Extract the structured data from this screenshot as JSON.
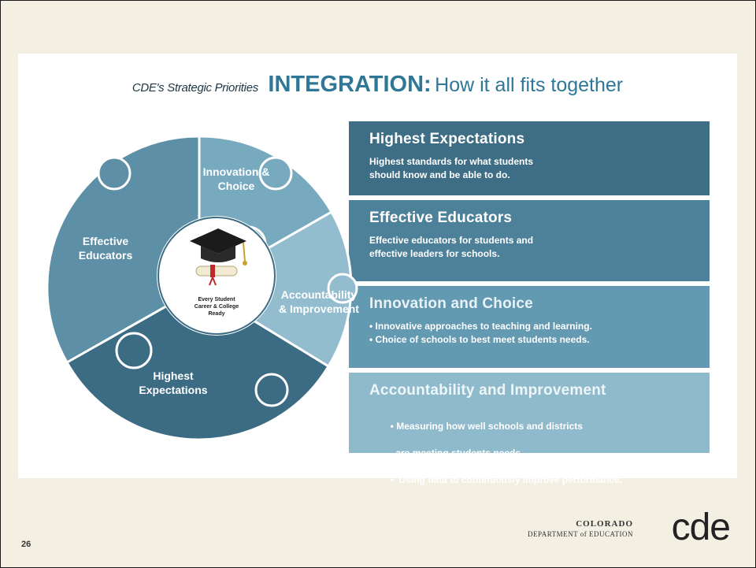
{
  "slide": {
    "title_small": "CDE's Strategic Priorities",
    "title_big": "INTEGRATION:",
    "title_rest": "How it all fits together",
    "page_number": "26"
  },
  "bands": [
    {
      "heading": "Highest Expectations",
      "lines": [
        "Highest standards for what students",
        "should know and be able to do."
      ]
    },
    {
      "heading": "Effective Educators",
      "lines": [
        "Effective educators for students and",
        "effective leaders for schools."
      ]
    },
    {
      "heading": "Innovation and Choice",
      "lines": [
        "• Innovative approaches to teaching and learning.",
        "• Choice of schools to best meet students needs."
      ]
    },
    {
      "heading": "Accountability and Improvement",
      "lines": [
        "• Measuring how well schools and districts",
        "  are meeting students needs,",
        "•  Using data to continuously improve performance."
      ]
    }
  ],
  "wheel": {
    "innovation": [
      "Innovation &",
      "Choice"
    ],
    "effective": [
      "Effective",
      "Educators"
    ],
    "accountability": [
      "Accountability",
      "& Improvement"
    ],
    "highest": [
      "Highest",
      "Expectations"
    ],
    "center": [
      "Every Student",
      "Career & College",
      "Ready"
    ]
  },
  "logo": {
    "line1": "COLORADO",
    "line2": "DEPARTMENT of EDUCATION",
    "mark": "cde"
  },
  "colors": {
    "band_1": "#3d6e85",
    "band_2": "#4d8099",
    "band_3": "#6399b1",
    "band_4": "#8fbacc",
    "title_accent": "#2f7796",
    "slide_background": "#f3f0e3"
  },
  "icons": [
    "graduation-cap-icon",
    "diploma-scroll-icon"
  ]
}
